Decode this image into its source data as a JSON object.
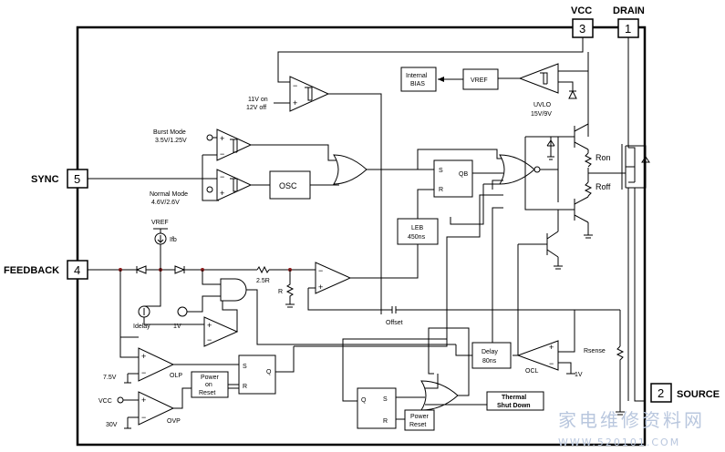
{
  "pins": {
    "vcc": {
      "label": "VCC",
      "number": "3"
    },
    "drain": {
      "label": "DRAIN",
      "number": "1"
    },
    "sync": {
      "label": "SYNC",
      "number": "5"
    },
    "feedback": {
      "label": "FEEDBACK",
      "number": "4"
    },
    "source": {
      "label": "SOURCE",
      "number": "2"
    }
  },
  "blocks": {
    "internal_bias": [
      "Internal",
      "BIAS"
    ],
    "vref": "VREF",
    "uvlo": [
      "UVLO",
      "15V/9V"
    ],
    "osc": "OSC",
    "leb": [
      "LEB",
      "450ns"
    ],
    "delay": [
      "Delay",
      "80ns"
    ],
    "power_on_reset": [
      "Power",
      "on",
      "Reset"
    ],
    "power_reset": [
      "Power",
      "Reset"
    ],
    "thermal_shutdown": [
      "Thermal",
      "Shut Down"
    ]
  },
  "labels": {
    "v11_on": "11V on",
    "v12_off": "12V off",
    "burst_mode_1": "Burst Mode",
    "burst_mode_2": "3.5V/1.25V",
    "normal_mode_1": "Normal Mode",
    "normal_mode_2": "4.6V/2.6V",
    "vref_small": "VREF",
    "ifb": "Ifb",
    "idelay": "Idelay",
    "v1": "1V",
    "r25": "2.5R",
    "r": "R",
    "offset": "Offset",
    "ron": "Ron",
    "roff": "Roff",
    "rsense": "Rsense",
    "ocl": "OCL",
    "ocl_1v": "1V",
    "olp": "OLP",
    "ovp": "OVP",
    "v75": "7.5V",
    "vcc_small": "VCC",
    "v30": "30V",
    "s_lbl": "S",
    "r_lbl": "R",
    "q_lbl": "Q",
    "qb_lbl": "QB",
    "plus": "+",
    "minus": "−"
  },
  "watermark": {
    "line1": "家电维修资料网",
    "line2": "WWW.520101.COM"
  }
}
